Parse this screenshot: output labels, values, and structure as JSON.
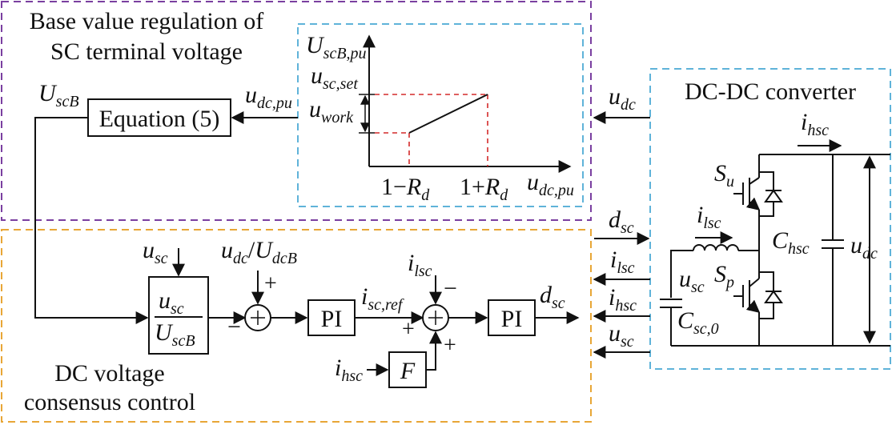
{
  "top_block": {
    "title_line1": "Base value regulation of",
    "title_line2": "SC terminal voltage",
    "equation_label": "Equation (5)",
    "out_main": "U",
    "out_sub": "scB",
    "in_main": "u",
    "in_sub": "dc,pu"
  },
  "curve": {
    "y_axis_main": "U",
    "y_axis_sub": "scB,pu",
    "set_main": "u",
    "set_sub": "sc,set",
    "work_main": "u",
    "work_sub": "work",
    "tick_low_prefix": "1−",
    "tick_low_main": "R",
    "tick_low_sub": "d",
    "tick_high_prefix": "1+",
    "tick_high_main": "R",
    "tick_high_sub": "d",
    "x_axis_main": "u",
    "x_axis_sub": "dc,pu"
  },
  "bottom_block": {
    "title_line1": "DC voltage",
    "title_line2": "consensus control",
    "usc_main": "u",
    "usc_sub": "sc",
    "div_num_main": "u",
    "div_num_sub": "sc",
    "div_den_main": "U",
    "div_den_sub": "scB",
    "udc_main": "u",
    "udc_sub": "dc",
    "udc_slash": "/",
    "udcb_main": "U",
    "udcb_sub": "dcB",
    "plus1": "+",
    "minus1": "−",
    "pi1": "PI",
    "iscref_main": "i",
    "iscref_sub": "sc,ref",
    "ilsc_main": "i",
    "ilsc_sub": "lsc",
    "minus2": "−",
    "plus2": "+",
    "plus3": "+",
    "pi2": "PI",
    "dsc_main": "d",
    "dsc_sub": "sc",
    "f_label": "F",
    "ihsc_main": "i",
    "ihsc_sub": "hsc"
  },
  "converter": {
    "title": "DC-DC converter",
    "udc_main": "u",
    "udc_sub": "dc",
    "dsc_main": "d",
    "dsc_sub": "sc",
    "ilsc_main": "i",
    "ilsc_sub": "lsc",
    "ihsc_main": "i",
    "ihsc_sub": "hsc",
    "usc_main": "u",
    "usc_sub": "sc",
    "ihsc_top_main": "i",
    "ihsc_top_sub": "hsc",
    "su_main": "S",
    "su_sub": "u",
    "sp_main": "S",
    "sp_sub": "p",
    "ilsc_ind_main": "i",
    "ilsc_ind_sub": "lsc",
    "chsc_main": "C",
    "chsc_sub": "hsc",
    "udc_right_main": "u",
    "udc_right_sub": "dc",
    "usc_cap_main": "u",
    "usc_cap_sub": "sc",
    "csc0_main": "C",
    "csc0_sub": "sc,0"
  }
}
